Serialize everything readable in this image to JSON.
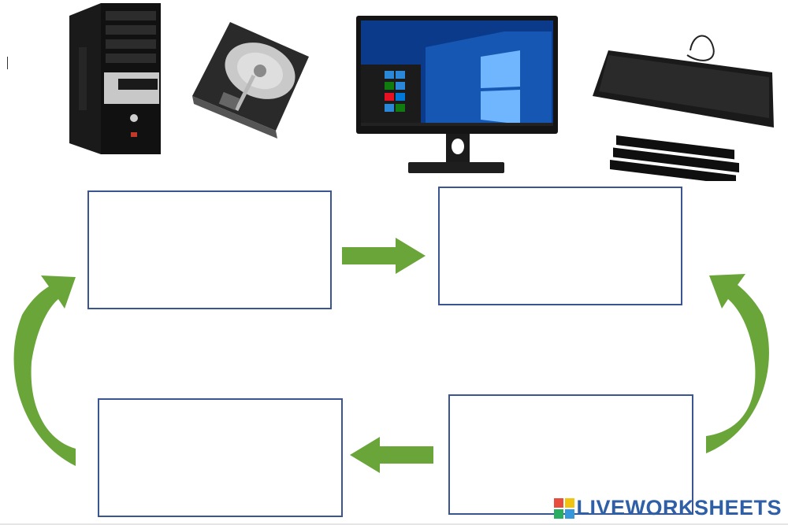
{
  "worksheet": {
    "brand": "LIVEWORKSHEETS"
  },
  "colors": {
    "arrow": "#6aa53a",
    "box_border": "#3a5592",
    "brand": "#2f5fa6"
  },
  "devices": [
    {
      "name": "computer-tower",
      "icon": "desktop-tower-icon"
    },
    {
      "name": "hard-disk",
      "icon": "hard-drive-icon"
    },
    {
      "name": "monitor",
      "icon": "monitor-icon"
    },
    {
      "name": "keyboard",
      "icon": "keyboard-icon"
    }
  ],
  "cycle": {
    "boxes": [
      {
        "id": "top-left",
        "text": ""
      },
      {
        "id": "top-right",
        "text": ""
      },
      {
        "id": "bottom-right",
        "text": ""
      },
      {
        "id": "bottom-left",
        "text": ""
      }
    ]
  }
}
